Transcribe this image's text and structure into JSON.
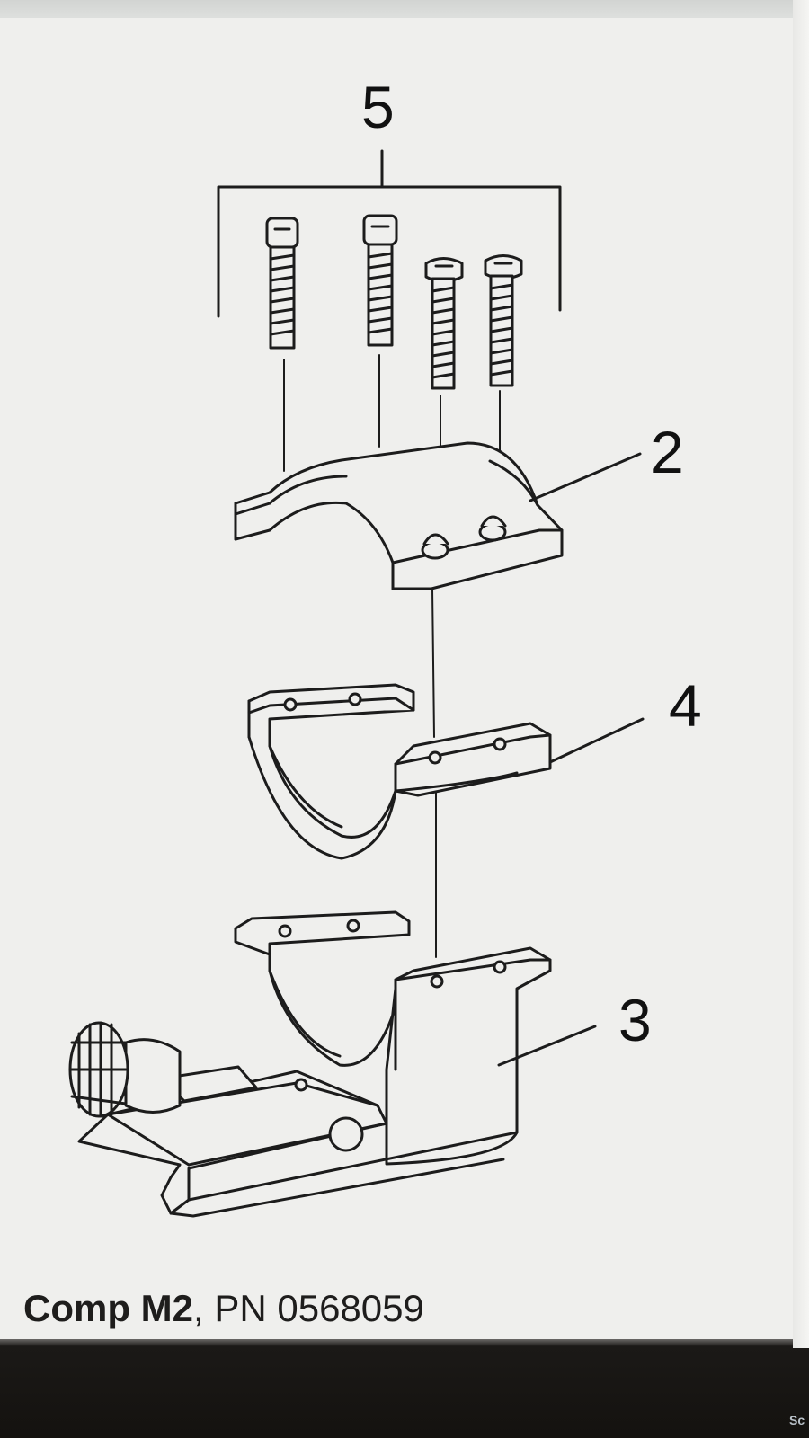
{
  "callouts": {
    "screws": "5",
    "upper_cap": "2",
    "spacer": "4",
    "base": "3"
  },
  "caption": {
    "bold_part": "Comp M2",
    "rest": ", PN 0568059"
  },
  "corner_fragment": "Sc",
  "colors": {
    "line": "#1c1c1c",
    "paper": "#efefed"
  }
}
